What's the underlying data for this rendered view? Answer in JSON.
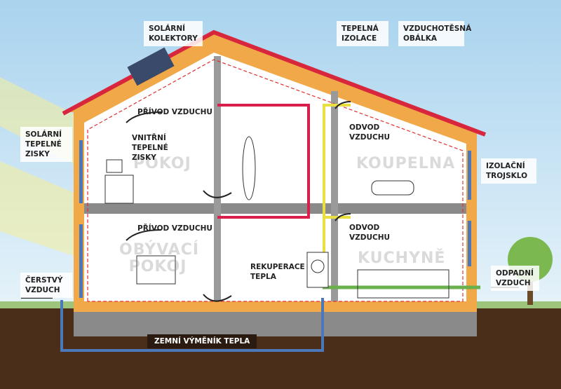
{
  "labels": {
    "solar_collectors": "SOLÁRNÍ KOLEKTORY",
    "insulation": "TEPELNÁ IZOLACE",
    "airtight": "VZDUCHOTĚSNÁ OBÁLKA",
    "supply_upper": "PŘÍVOD VZDUCHU",
    "supply_lower": "PŘÍVOD VZDUCHU",
    "exhaust_upper": "ODVOD VZDUCHU",
    "exhaust_lower": "ODVOD VZDUCHU",
    "internal_gains": "VNITŘNÍ TEPELNÉ ZISKY",
    "solar_gains": "SOLÁRNÍ TEPELNÉ ZISKY",
    "triple_glazing": "IZOLAČNÍ TROJSKLO",
    "heat_recovery": "REKUPERACE TEPLA",
    "fresh_air": "ČERSTVÝ VZDUCH",
    "waste_air": "ODPADNÍ VZDUCH",
    "ground_exchanger": "ZEMNÍ VÝMĚNÍK TEPLA"
  },
  "rooms": {
    "room": "POKOJ",
    "bathroom": "KOUPELNA",
    "living_room": "OBÝVACÍ POKOJ",
    "kitchen": "KUCHYNĚ"
  },
  "colors": {
    "sky": "#bfe0f2",
    "ground": "#4a2e1a",
    "roof": "#d8263c",
    "insulation": "#f0a848",
    "supply": "#d81e4a",
    "exhaust": "#e8e040",
    "waste": "#6ab04c",
    "fresh": "#4a78b8"
  }
}
